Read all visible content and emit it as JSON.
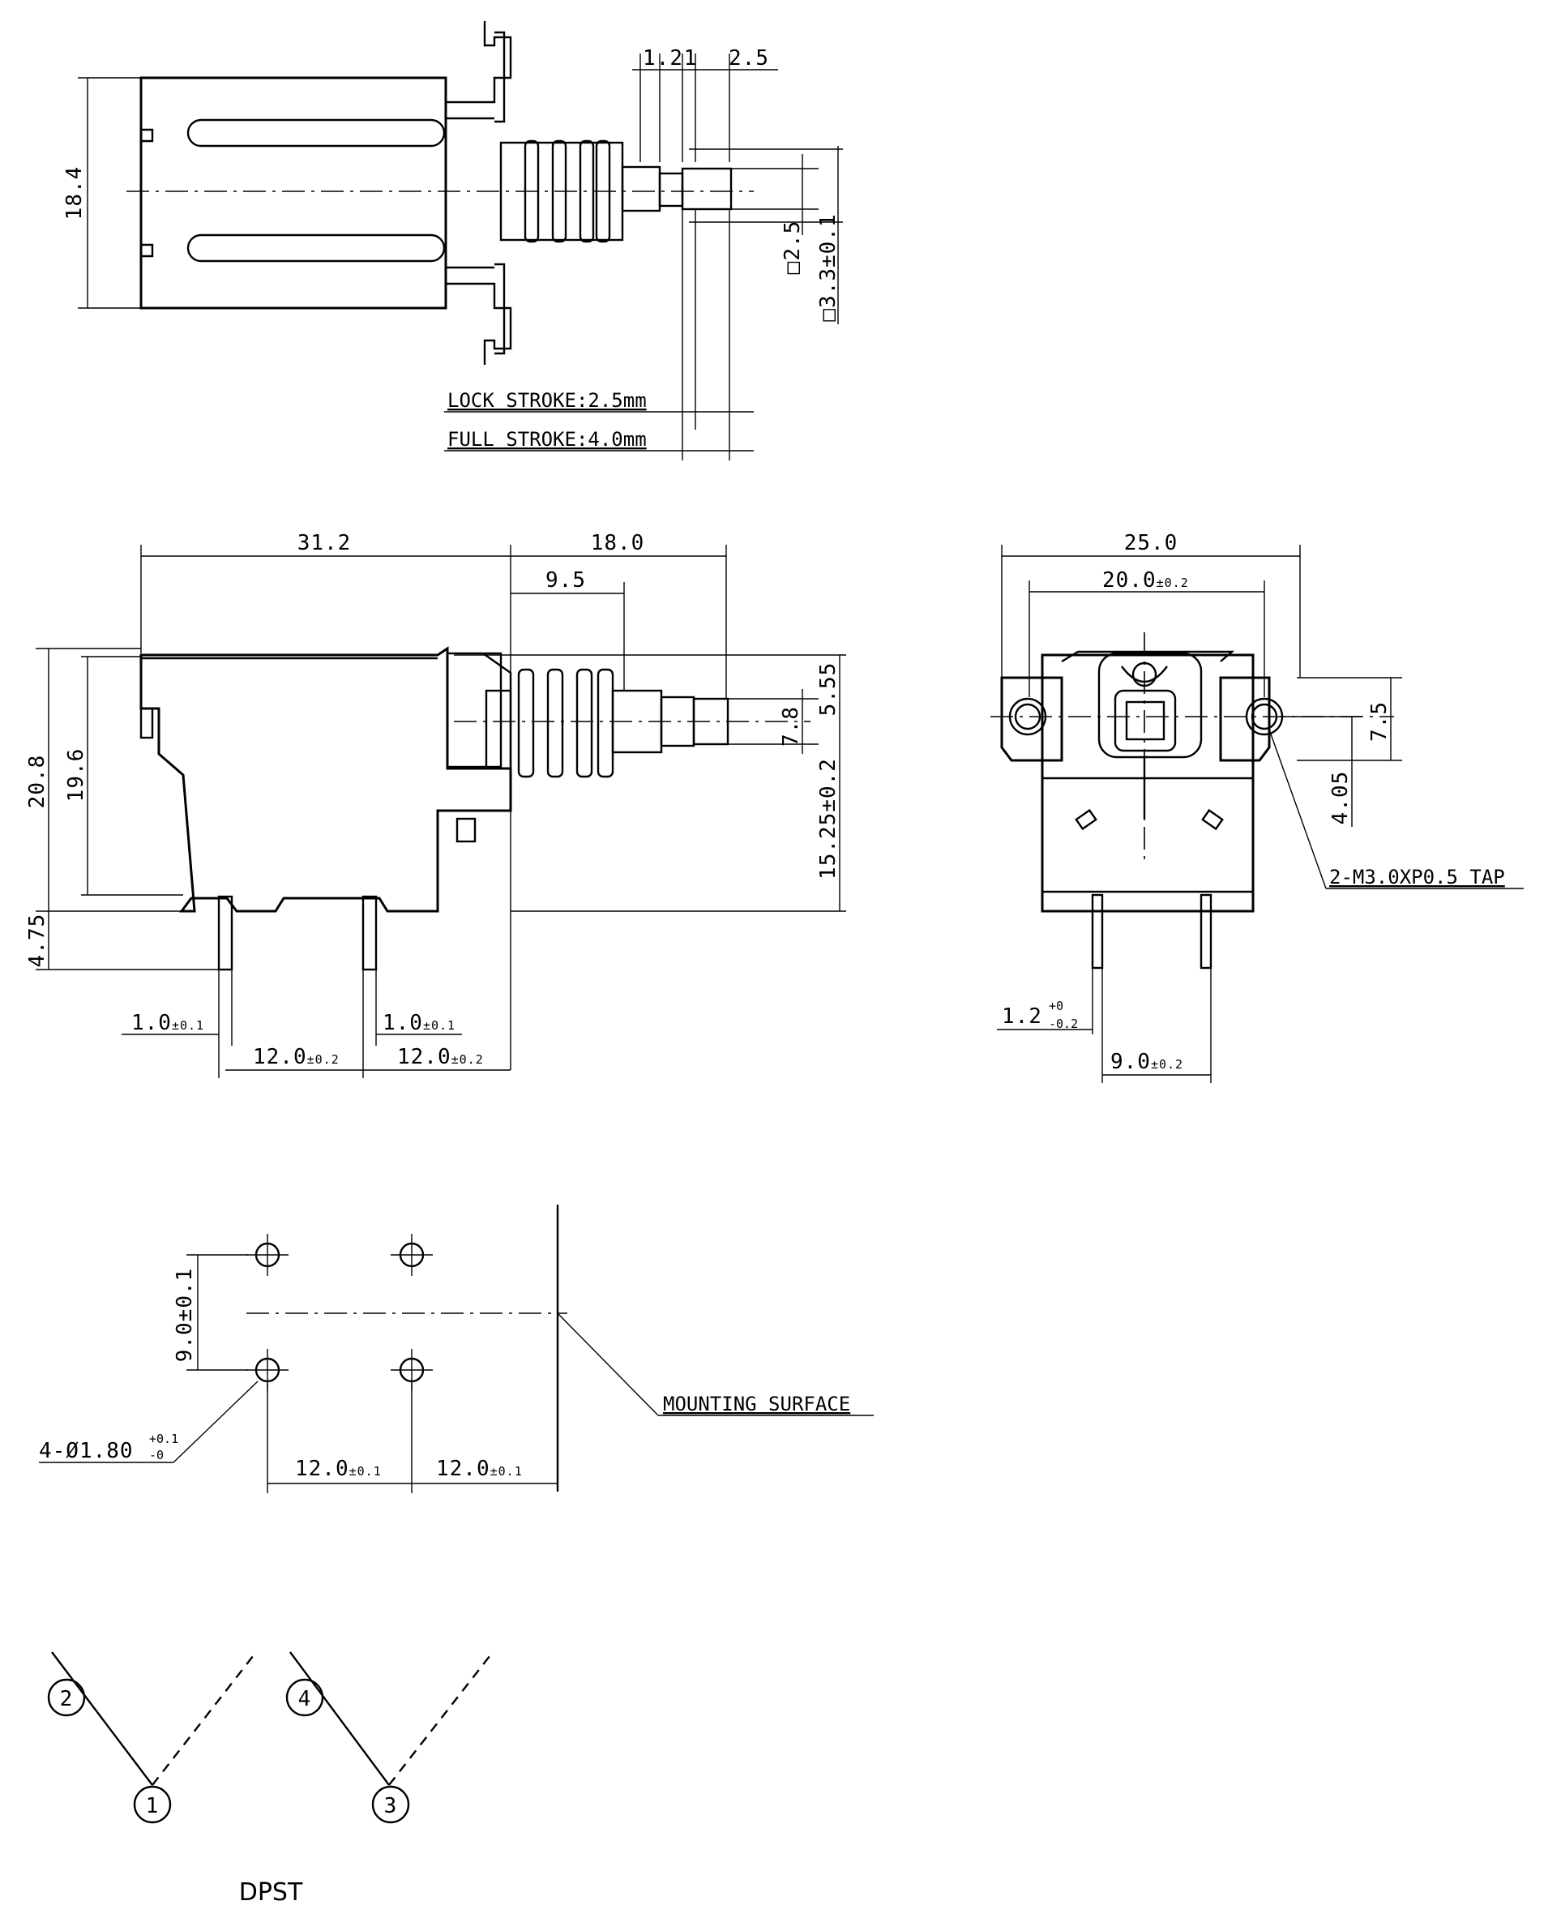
{
  "top_view": {
    "height_label": "18.4",
    "dim_a": "1.2",
    "dim_b": "1",
    "dim_c": "2.5",
    "stem_square": "□2.5",
    "stem_outer": "□3.3±0.1",
    "lock_stroke": "LOCK STROKE:2.5mm",
    "full_stroke": "FULL STROKE:4.0mm"
  },
  "side_view": {
    "length_body": "31.2",
    "length_stem": "18.0",
    "stem_offset": "9.5",
    "height_total": "20.8",
    "height_body": "19.6",
    "pin_length": "4.75",
    "stem_dia": "7.8",
    "stem_top": "5.55",
    "stem_height": "15.25±0.2",
    "pin_width_left": "1.0",
    "pin_width_left_tol": "±0.1",
    "pin_width_right": "1.0",
    "pin_width_right_tol": "±0.1",
    "pitch_left": "12.0",
    "pitch_left_tol": "±0.2",
    "pitch_right": "12.0",
    "pitch_right_tol": "±0.2"
  },
  "front_view": {
    "width_total": "25.0",
    "width_holes": "20.0",
    "width_holes_tol": "±0.2",
    "hole_height": "7.5",
    "hole_offset": "4.05",
    "tap_note": "2-M3.0XP0.5 TAP",
    "pin_thickness": "1.2",
    "pin_thickness_tol_upper": "+0",
    "pin_thickness_tol_lower": "-0.2",
    "pin_pitch": "9.0",
    "pin_pitch_tol": "±0.2"
  },
  "pcb_layout": {
    "row_pitch": "9.0±0.1",
    "hole_note": "4-Ø1.80",
    "hole_tol_upper": "+0.1",
    "hole_tol_lower": "-0",
    "col_pitch_1": "12.0",
    "col_pitch_1_tol": "±0.1",
    "col_pitch_2": "12.0",
    "col_pitch_2_tol": "±0.1",
    "mounting_surface": "MOUNTING SURFACE"
  },
  "schematic": {
    "terminals": [
      "1",
      "2",
      "3",
      "4"
    ],
    "type_label": "DPST"
  }
}
